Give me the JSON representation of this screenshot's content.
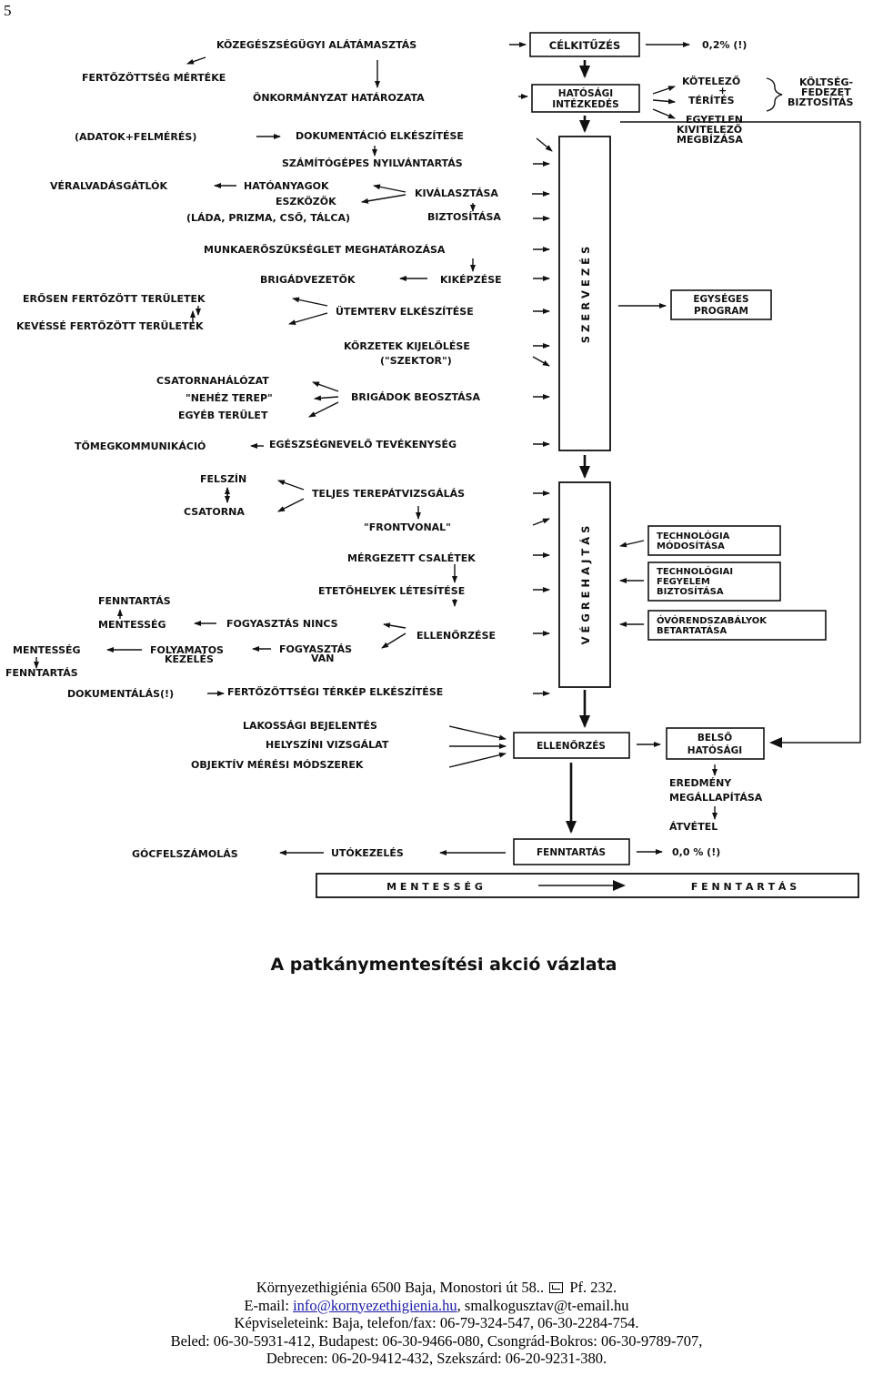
{
  "page": {
    "number": "5"
  },
  "diagram": {
    "title": "A patkánymentesítési akció vázlata",
    "boxes": {
      "celkituzes": "CÉLKITŰZÉS",
      "hatosagi_1": "HATÓSÁGI",
      "hatosagi_2": "INTÉZKEDÉS",
      "szervezes": "S Z E R V E Z É S",
      "vegrehajtas": "V É G R E H A J T Á S",
      "egyseges_1": "EGYSÉGES",
      "egyseges_2": "PROGRAM",
      "tech_mod_1": "TECHNOLÓGIA",
      "tech_mod_2": "MÓDOSÍTÁSA",
      "tech_fegy_1": "TECHNOLÓGIAI",
      "tech_fegy_2": "FEGYELEM",
      "tech_fegy_3": "BIZTOSÍTÁSA",
      "ovo_1": "ÓVÓRENDSZABÁLYOK",
      "ovo_2": "BETARTATÁSA",
      "ellenorzes": "ELLENŐRZÉS",
      "belso_1": "BELSŐ",
      "belso_2": "HATÓSÁGI",
      "fenntartas": "FENNTARTÁS",
      "bottom_left": "M E N T E S S É G",
      "bottom_right": "F E N N T A R T Á S"
    },
    "labels": {
      "kozegeszsegugyi": "KÖZEGÉSZSÉGÜGYI ALÁTÁMASZTÁS",
      "fertozottseg_merteke": "FERTŐZÖTTSÉG MÉRTÉKE",
      "onkormanyzat": "ÖNKORMÁNYZAT HATÁROZATA",
      "adatok": "(ADATOK+FELMÉRÉS)",
      "dokumentacio": "DOKUMENTÁCIÓ ELKÉSZÍTÉSE",
      "szamitogepes": "SZÁMÍTÓGÉPES NYILVÁNTARTÁS",
      "veralvadasgatlok": "VÉRALVADÁSGÁTLÓK",
      "hatoanyagok": "HATÓANYAGOK",
      "eszkozok": "ESZKÖZÖK",
      "lada": "(LÁDA, PRIZMA, CSŐ, TÁLCA)",
      "kivalasztasa": "KIVÁLASZTÁSA",
      "biztositasa": "BIZTOSÍTÁSA",
      "munkaero": "MUNKAERŐSZÜKSÉGLET MEGHATÁROZÁSA",
      "brigadvezetok": "BRIGÁDVEZETŐK",
      "kikepzese": "KIKÉPZÉSE",
      "erosen": "ERŐSEN FERTŐZÖTT TERÜLETEK",
      "kevesse": "KEVÉSSÉ FERTŐZÖTT TERÜLETEK",
      "utemterv": "ÜTEMTERV ELKÉSZÍTÉSE",
      "korzetek": "KÖRZETEK KIJELÖLÉSE",
      "szektor": "(\"SZEKTOR\")",
      "csatornahalozat": "CSATORNAHÁLÓZAT",
      "nehez_terep": "\"NEHÉZ TEREP\"",
      "egyeb_terulet": "EGYÉB TERÜLET",
      "brigadok": "BRIGÁDOK BEOSZTÁSA",
      "tomegkommunikacio": "TÖMEGKOMMUNIKÁCIÓ",
      "egeszsegnevelo": "EGÉSZSÉGNEVELŐ TEVÉKENYSÉG",
      "felszin": "FELSZÍN",
      "csatorna": "CSATORNA",
      "teljes_terep": "TELJES TEREPÁTVIZSGÁLÁS",
      "frontvonal": "\"FRONTVONAL\"",
      "mergezett": "MÉRGEZETT CSALÉTEK",
      "etetohelyek": "ETETŐHELYEK LÉTESÍTÉSE",
      "fenntartas_l": "FENNTARTÁS",
      "mentesseg_l": "MENTESSÉG",
      "fogyasztas_nincs": "FOGYASZTÁS NINCS",
      "ellenorzese": "ELLENŐRZÉSE",
      "mentesseg_ll": "MENTESSÉG",
      "fenntartas_ll": "FENNTARTÁS",
      "folyamatos": "FOLYAMATOS",
      "kezeles": "KEZELÉS",
      "fogyasztas_van_1": "FOGYASZTÁS",
      "fogyasztas_van_2": "VAN",
      "dokumentalas": "DOKUMENTÁLÁS(!)",
      "terkep": "FERTŐZÖTTSÉGI TÉRKÉP ELKÉSZÍTÉSE",
      "lakossagi": "LAKOSSÁGI BEJELENTÉS",
      "helyszini": "HELYSZÍNI VIZSGÁLAT",
      "objektiv": "OBJEKTÍV MÉRÉSI MÓDSZEREK",
      "gocfelszamolas": "GÓCFELSZÁMOLÁS",
      "utokezeles": "UTÓKEZELÉS",
      "pct_top": "0,2% (!)",
      "pct_bottom": "0,0 % (!)",
      "kotelezo": "KÖTELEZŐ",
      "plus": "+",
      "terites": "TÉRÍTÉS",
      "koltseg_1": "KÖLTSÉG-",
      "koltseg_2": "FEDEZET",
      "koltseg_3": "BIZTOSÍTÁS",
      "egyetlen_1": "EGYETLEN",
      "egyetlen_2": "KIVITELEZŐ",
      "egyetlen_3": "MEGBÍZÁSA",
      "eredmeny_1": "EREDMÉNY",
      "eredmeny_2": "MEGÁLLAPÍTÁSA",
      "atvetel": "ÁTVÉTEL"
    }
  },
  "footer": {
    "line1_a": "Környezethigiénia 6500 Baja, Monostori út 58..",
    "line1_b": "Pf. 232.",
    "line2_a": "E-mail:",
    "line2_link": "info@kornyezethigienia.hu",
    "line2_b": ", smalkogusztav@t-email.hu",
    "line3": "Képviseleteink: Baja, telefon/fax: 06-79-324-547, 06-30-2284-754.",
    "line4": "Beled: 06-30-5931-412, Budapest: 06-30-9466-080, Csongrád-Bokros: 06-30-9789-707,",
    "line5": "Debrecen: 06-20-9412-432, Szekszárd: 06-20-9231-380."
  }
}
